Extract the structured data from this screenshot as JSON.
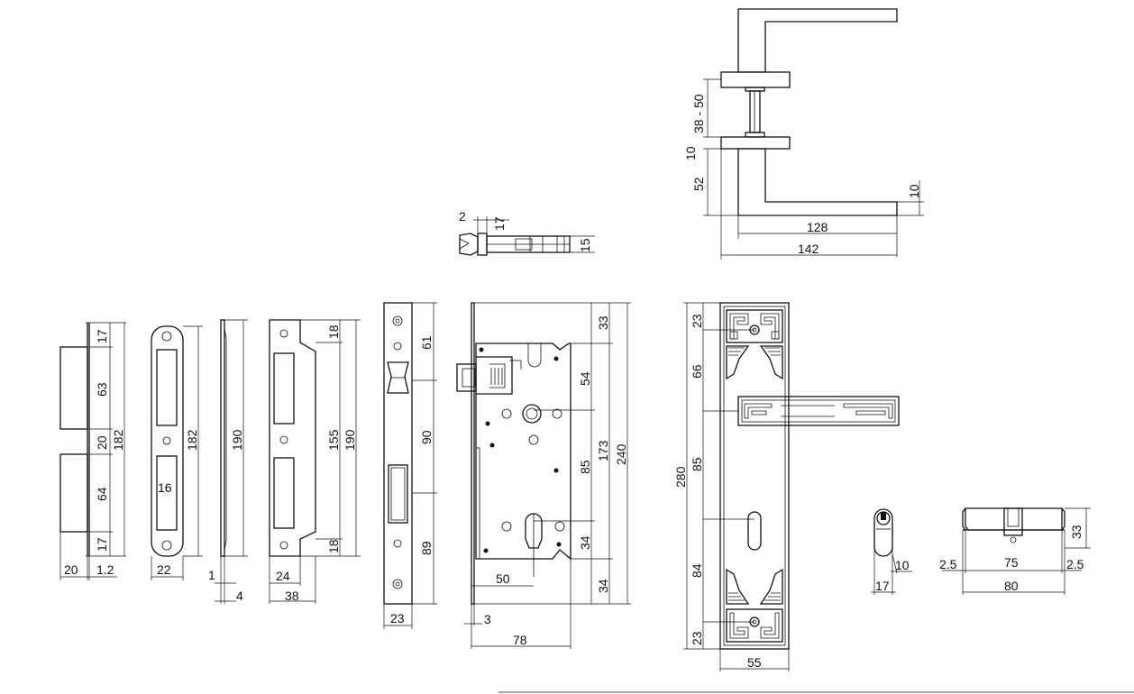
{
  "views": {
    "lever_handle_top": {
      "dims": [
        "38 - 50",
        "10",
        "52",
        "10",
        "128",
        "142"
      ]
    },
    "latch_bolt": {
      "dims": [
        "2",
        "17",
        "15"
      ]
    },
    "strike_box": {
      "dims": [
        "17",
        "63",
        "20",
        "64",
        "17",
        "182",
        "20",
        "1.2"
      ]
    },
    "strike_plate": {
      "dims": [
        "182",
        "16",
        "22"
      ]
    },
    "strike_profile": {
      "dims": [
        "190",
        "1",
        "4"
      ]
    },
    "strike_side": {
      "dims": [
        "18",
        "155",
        "190",
        "18",
        "24",
        "38"
      ]
    },
    "faceplate": {
      "dims": [
        "61",
        "90",
        "89",
        "23"
      ]
    },
    "lock_body": {
      "dims": [
        "33",
        "54",
        "173",
        "85",
        "240",
        "34",
        "34",
        "50",
        "3",
        "78"
      ]
    },
    "backplate": {
      "dims": [
        "23",
        "66",
        "85",
        "280",
        "84",
        "23",
        "55"
      ]
    },
    "cylinder_end": {
      "dims": [
        "10",
        "17"
      ]
    },
    "cylinder": {
      "dims": [
        "33",
        "2.5",
        "75",
        "2.5",
        "80"
      ]
    }
  },
  "colors": {
    "line": "#111111",
    "background": "#ffffff"
  }
}
